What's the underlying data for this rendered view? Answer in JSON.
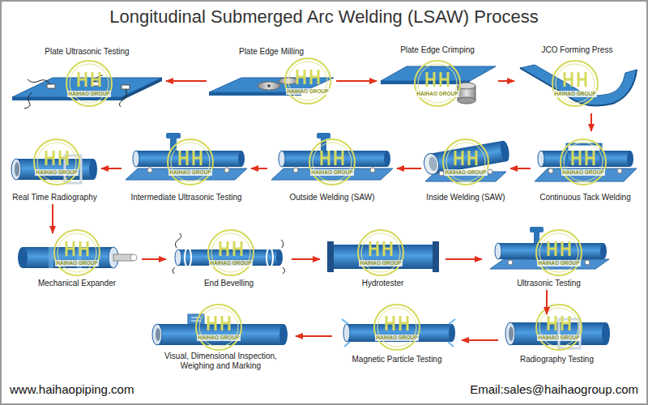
{
  "diagram": {
    "title": "Longitudinal Submerged Arc Welding (LSAW) Process",
    "nodes": [
      {
        "text": [
          "Plate Ultrasonic Testing"
        ]
      },
      {
        "text": [
          "Plate Edge Milling"
        ]
      },
      {
        "text": [
          "Plate Edge Crimping"
        ]
      },
      {
        "text": [
          "JCO Forming Press"
        ]
      },
      {
        "text": [
          "Continuous Tack Welding"
        ]
      },
      {
        "text": [
          "Inside Welding (SAW)"
        ]
      },
      {
        "text": [
          "Outside Welding (SAW)"
        ]
      },
      {
        "text": [
          "Intermediate Ultrasonic Testing"
        ]
      },
      {
        "text": [
          "Real Time Radiography"
        ]
      },
      {
        "text": [
          "Mechanical Expander"
        ]
      },
      {
        "text": [
          "End Bevelling"
        ]
      },
      {
        "text": [
          "Hydrotester"
        ]
      },
      {
        "text": [
          "Ultrasonic Testing"
        ]
      },
      {
        "text": [
          "Radiography Testing"
        ]
      },
      {
        "text": [
          "Magnetic Particle Testing"
        ]
      },
      {
        "text": [
          "Visual, Dimensional Inspection, Weighing and Marking"
        ]
      }
    ],
    "edges": [
      {
        "from": 1,
        "to": 0,
        "arrow": "to"
      },
      {
        "from": 1,
        "to": 2,
        "arrow": "to"
      },
      {
        "from": 2,
        "to": 3,
        "arrow": "to"
      },
      {
        "from": 3,
        "to": 4,
        "arrow": "to"
      },
      {
        "from": 4,
        "to": 5,
        "arrow": "to"
      },
      {
        "from": 5,
        "to": 6,
        "arrow": "to"
      },
      {
        "from": 6,
        "to": 7,
        "arrow": "to"
      },
      {
        "from": 7,
        "to": 8,
        "arrow": "to"
      },
      {
        "from": 8,
        "to": 9,
        "arrow": "to"
      },
      {
        "from": 9,
        "to": 10,
        "arrow": "to"
      },
      {
        "from": 10,
        "to": 11,
        "arrow": "to"
      },
      {
        "from": 11,
        "to": 12,
        "arrow": "to"
      },
      {
        "from": 12,
        "to": 13,
        "arrow": "to"
      },
      {
        "from": 13,
        "to": 14,
        "arrow": "to"
      },
      {
        "from": 14,
        "to": 15,
        "arrow": "to"
      }
    ],
    "labels": [
      "www.haihaopiping.com",
      "Email:sales@haihaogroup.com",
      "HAIHAO GROUP",
      "HAIHAO GROUP",
      "HAIHAO GROUP",
      "HAIHAO GROUP",
      "HAIHAO GROUP",
      "HAIHAO GROUP",
      "HAIHAO GROUP",
      "HAIHAO GROUP",
      "HAIHAO GROUP",
      "HAIHAO GROUP",
      "HAIHAO GROUP",
      "HAIHAO GROUP",
      "HAIHAO GROUP",
      "HAIHAO GROUP",
      "HAIHAO GROUP",
      "HAIHAO GROUP"
    ]
  }
}
